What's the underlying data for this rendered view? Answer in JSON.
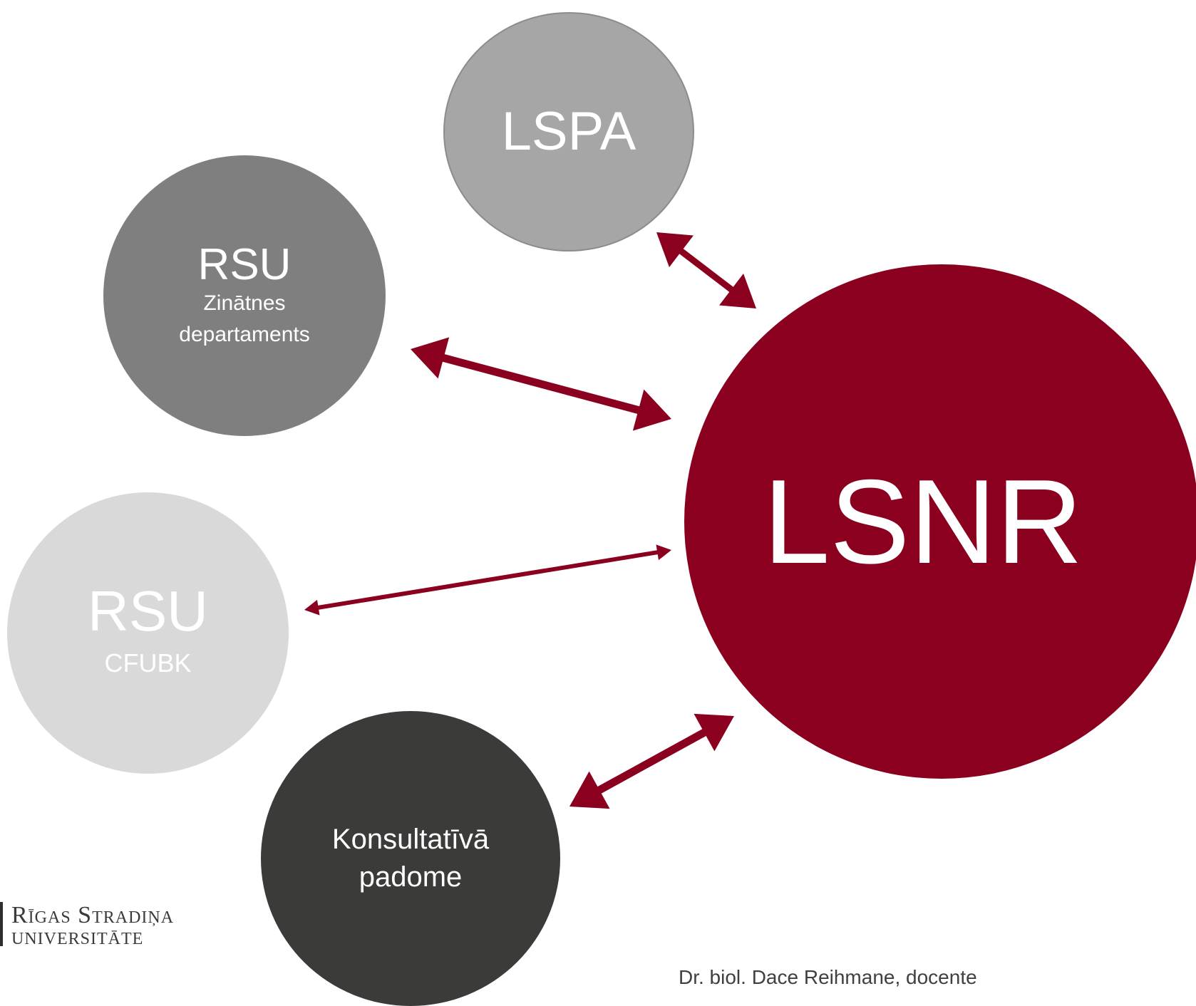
{
  "nodes": {
    "lspa": {
      "title": "LSPA",
      "color": "#a6a6a6"
    },
    "rsu_science": {
      "title": "RSU",
      "subtitle": "Zinātnes departaments",
      "color": "#7f7f7f"
    },
    "rsu_cfubk": {
      "title": "RSU",
      "subtitle": "CFUBK",
      "color": "#d9d9d9"
    },
    "advisory_board": {
      "title": "Konsultatīvā padome",
      "color": "#3b3b39"
    },
    "lsnr": {
      "title": "LSNR",
      "color": "#8b001e"
    }
  },
  "connections": [
    {
      "from": "lspa",
      "to": "lsnr",
      "type": "bidirectional"
    },
    {
      "from": "rsu_science",
      "to": "lsnr",
      "type": "bidirectional"
    },
    {
      "from": "rsu_cfubk",
      "to": "lsnr",
      "type": "bidirectional"
    },
    {
      "from": "advisory_board",
      "to": "lsnr",
      "type": "bidirectional"
    }
  ],
  "arrow_color": "#8b001e",
  "logo": {
    "line1": "Rīgas Stradiņa",
    "line2": "universitāte"
  },
  "footer": {
    "author": "Dr. biol. Dace Reihmane, docente"
  }
}
